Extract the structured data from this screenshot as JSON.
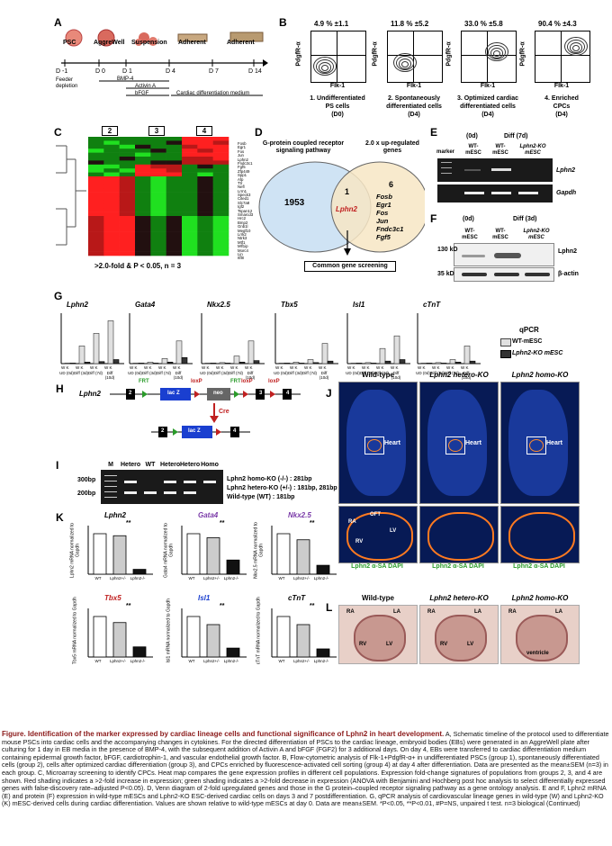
{
  "panels": {
    "A": "A",
    "B": "B",
    "C": "C",
    "D": "D",
    "E": "E",
    "F": "F",
    "G": "G",
    "H": "H",
    "I": "I",
    "J": "J",
    "K": "K",
    "L": "L"
  },
  "panelA": {
    "stages": [
      "PSC",
      "AggreWell",
      "Suspension",
      "Adherent",
      "Adherent"
    ],
    "days": [
      "D -1",
      "D 0",
      "D 1",
      "D 4",
      "D 7",
      "D 14"
    ],
    "feeder": "Feeder depletion",
    "factors": [
      "BMP-4",
      "Activin A",
      "bFGF",
      "Cardiac differentiation medium"
    ]
  },
  "panelB": {
    "pcts": [
      "4.9 % ±1.1",
      "11.8 % ±5.2",
      "33.0 % ±5.8",
      "90.4 % ±4.3"
    ],
    "ylabel": "PdgfR-α",
    "xlabel": "Flk-1",
    "captions": [
      [
        "1. Undifferentiated",
        "PS cells",
        "(D0)"
      ],
      [
        "2. Spontaneously",
        "differentiated cells",
        "(D4)"
      ],
      [
        "3. Optimized cardiac",
        "differentiated cells",
        "(D4)"
      ],
      [
        "4. Enriched",
        "CPCs",
        "(D4)"
      ]
    ]
  },
  "panelC": {
    "groups": [
      "2",
      "3",
      "4"
    ],
    "genes": [
      "Fosb",
      "Egr1",
      "Fos",
      "Jun",
      "Lphn2",
      "Fndc3c1",
      "Fgf5",
      "Zfp449",
      "Spp1",
      "Afp",
      "Ttr",
      "Nefl",
      "Lrrn1",
      "Speck3",
      "Cited1",
      "Slc7a8",
      "Igf2",
      "Tspan12",
      "Smarcd3",
      "Hrc2",
      "Bmp2",
      "Gnb1l",
      "Megf10",
      "Lrrk2",
      "Ntrk3",
      "Mtf1",
      "Mlf1ip",
      "Morc4",
      "Lin",
      "Itfl8"
    ],
    "note": ">2.0-fold & P < 0.05, n = 3"
  },
  "panelD": {
    "left_title": "G-protein coupled receptor signaling pathway",
    "right_title": "2.0 x up-regulated genes",
    "left_count": "1953",
    "overlap_count": "1",
    "overlap_gene": "Lphn2",
    "right_count": "6",
    "right_genes": [
      "Fosb",
      "Egr1",
      "Fos",
      "Jun",
      "Fndc3c1",
      "Fgf5"
    ],
    "result": "Common gene screening"
  },
  "panelE": {
    "headers": [
      "(0d)",
      "Diff (7d)"
    ],
    "lanes": [
      "marker",
      "WT-mESC",
      "WT-mESC",
      "Lphn2-KO mESC"
    ],
    "bands": [
      "Lphn2",
      "Gapdh"
    ]
  },
  "panelF": {
    "headers": [
      "(0d)",
      "Diff (3d)"
    ],
    "lanes": [
      "WT-mESC",
      "WT-mESC",
      "Lphn2-KO mESC"
    ],
    "markers": [
      "130 kD",
      "35 kD"
    ],
    "bands": [
      "Lphn2",
      "β-actin"
    ]
  },
  "panelG": {
    "genes": [
      "Lphn2",
      "Gata4",
      "Nkx2.5",
      "Tbx5",
      "Isl1",
      "cTnT"
    ],
    "xlabels": [
      "UD (0d)",
      "Diff (3d)",
      "Diff (7d)",
      "Diff (10d)"
    ],
    "legend_title": "qPCR",
    "legend": [
      "WT-mESC",
      "Lphn2-KO mESC"
    ],
    "bar_wt": [
      [
        1,
        35,
        60,
        85
      ],
      [
        1,
        3,
        10,
        45
      ],
      [
        1,
        2,
        15,
        45
      ],
      [
        1,
        3,
        8,
        40
      ],
      [
        1,
        2,
        30,
        55
      ],
      [
        1,
        2,
        8,
        35
      ]
    ],
    "bar_ko": [
      [
        1,
        3,
        4,
        8
      ],
      [
        1,
        1,
        3,
        12
      ],
      [
        1,
        1,
        3,
        6
      ],
      [
        1,
        1,
        2,
        5
      ],
      [
        1,
        1,
        5,
        8
      ],
      [
        1,
        1,
        3,
        5
      ]
    ],
    "wk": "W K"
  },
  "panelH": {
    "gene": "Lphn2",
    "elements": [
      "2",
      "FRT",
      "lac Z",
      "loxP",
      "neo",
      "FRT",
      "loxP",
      "3",
      "loxP",
      "4"
    ],
    "cre": "Cre",
    "after": [
      "2",
      "lac Z",
      "4"
    ]
  },
  "panelI": {
    "lanes": [
      "M",
      "Hetero",
      "WT",
      "Hetero",
      "Hetero",
      "Homo"
    ],
    "markers": [
      "300bp",
      "200bp"
    ],
    "legend": [
      "Lphn2 homo-KO (-/-) : 281bp",
      "Lphn2 hetero-KO (+/-) : 181bp, 281bp",
      "Wild-type (WT) : 181bp"
    ]
  },
  "panelJ": {
    "titles": [
      "Wild-type",
      "Lphn2 hetero-KO",
      "Lphn2 homo-KO"
    ],
    "heart": "Heart",
    "chambers": [
      "RA",
      "OFT",
      "LV",
      "RV"
    ],
    "stain": "Lphn2 α-SA DAPI"
  },
  "panelK": {
    "genes": [
      "Lphn2",
      "Gata4",
      "Nkx2.5",
      "Tbx5",
      "Isl1",
      "cTnT"
    ],
    "ylabels": [
      "Lphn2 mRNA normalized to Gapdh",
      "Gata4 mRNA normalized to Gapdh",
      "Nkx2.5 mRNA normalized to Gapdh",
      "Tbx5 mRNA normalized to Gapdh",
      "Isl1 mRNA normalized to Gapdh",
      "cTnT mRNA normalized to Gapdh"
    ],
    "groups": [
      "WT",
      "Lphn2+/-",
      "Lphn2-/-"
    ],
    "values": [
      [
        1.0,
        0.95,
        0.12
      ],
      [
        1.0,
        0.9,
        0.35
      ],
      [
        1.0,
        0.85,
        0.22
      ],
      [
        1.0,
        0.85,
        0.25
      ],
      [
        1.0,
        0.8,
        0.22
      ],
      [
        1.0,
        0.8,
        0.2
      ]
    ],
    "sig": "**"
  },
  "panelL": {
    "titles": [
      "Wild-type",
      "Lphn2 hetero-KO",
      "Lphn2 homo-KO"
    ],
    "chambers": [
      "RA",
      "LA",
      "RV",
      "LV",
      "ventricle"
    ]
  },
  "caption": {
    "title": "Figure. Identification of the marker expressed by cardiac lineage cells and functional significance of Lphn2 in heart development.",
    "body": "A, Schematic timeline of the protocol used to differentiate mouse PSCs into cardiac cells and the accompanying changes in cytokines. For the directed differentiation of PSCs to the cardiac lineage, embryoid bodies (EBs) were generated in an AggreWell plate after culturing for 1 day in EB media in the presence of BMP-4, with the subsequent addition of Activin A and bFGF (FGF2) for 3 additional days. On day 4, EBs were transferred to cardiac differentiation medium containing epidermal growth factor, bFGF, cardiotrophin-1, and vascular endothelial growth factor. B, Flow-cytometric analysis of Flk-1+PdgfR-α+ in undifferentiated PSCs (group 1), spontaneously differentiated cells (group 2), cells after optimized cardiac differentiation (group 3), and CPCs enriched by fluorescence-activated cell sorting (group 4) at day 4 after differentiation. Data are presented as the mean±SEM (n=3) in each group. C, Microarray screening to identify CPCs. Heat map compares the gene expression profiles in different cell populations. Expression fold-change signatures of populations from groups 2, 3, and 4 are shown. Red shading indicates a >2-fold increase in expression; green shading indicates a >2-fold decrease in expression (ANOVA with Benjamini and Hochberg post hoc analysis to select differentially expressed genes with false-discovery rate–adjusted P<0.05). D, Venn diagram of 2-fold upregulated genes and those in the G protein–coupled receptor signaling pathway as a gene ontology analysis. E and F, Lphn2 mRNA (E) and protein (F) expression in wild-type mESCs and Lphn2-KO ESC-derived cardiac cells on days 3 and 7 postdifferentiation. G, qPCR analysis of cardiovascular lineage genes in wild-type (W) and Lphn2-KO (K) mESC-derived cells during cardiac differentiation. Values are shown relative to wild-type mESCs at day 0. Data are mean±SEM. *P<0.05, **P<0.01, #P=NS, unpaired t test. n=3 biological (Continued)"
  }
}
